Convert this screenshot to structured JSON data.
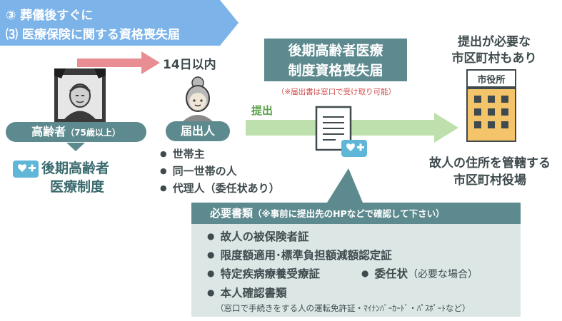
{
  "banner": {
    "line1": "③ 葬儀後すぐに",
    "line2": "⑶ 医療保険に関する資格喪失届"
  },
  "timeline": {
    "deadline": "14日以内"
  },
  "deceased": {
    "label": "高齢者",
    "age_note": "（75歳以上）",
    "system_line1": "後期高齢者",
    "system_line2": "医療制度"
  },
  "applicant": {
    "label": "届出人",
    "bullets": [
      "世帯主",
      "同一世帯の人",
      "代理人（委任状あり）"
    ]
  },
  "form": {
    "title_line1": "後期高齢者医療",
    "title_line2": "制度資格喪失届",
    "note": "（※届出書は窓口で受け取り可能）",
    "action": "提出"
  },
  "office": {
    "note_line1": "提出が必要な",
    "note_line2": "市区町村もあり",
    "sign": "市役所",
    "desc_line1": "故人の住所を管轄する",
    "desc_line2": "市区町村役場"
  },
  "required": {
    "title": "必要書類",
    "title_note": "（※事前に提出先のHPなどで確認して下さい）",
    "items": [
      "故人の被保険者証",
      "限度額適用･標準負担額減額認定証",
      "特定疾病療養受療証",
      "委任状",
      "本人確認書類"
    ],
    "proxy_note": "（必要な場合）",
    "id_note": "（窓口で手続きをする人の運転免許証・ﾏｲﾅﾝﾊﾞｰｶｰﾄﾞ・ﾊﾟｽﾎﾟｰﾄなど）"
  },
  "colors": {
    "banner": "#7cb3e8",
    "teal": "#5d8a8e",
    "pink_arrow": "#e88e93",
    "green_arrow": "#bde0ac",
    "building": "#f4c46a",
    "light_teal": "#dbe6e5"
  }
}
